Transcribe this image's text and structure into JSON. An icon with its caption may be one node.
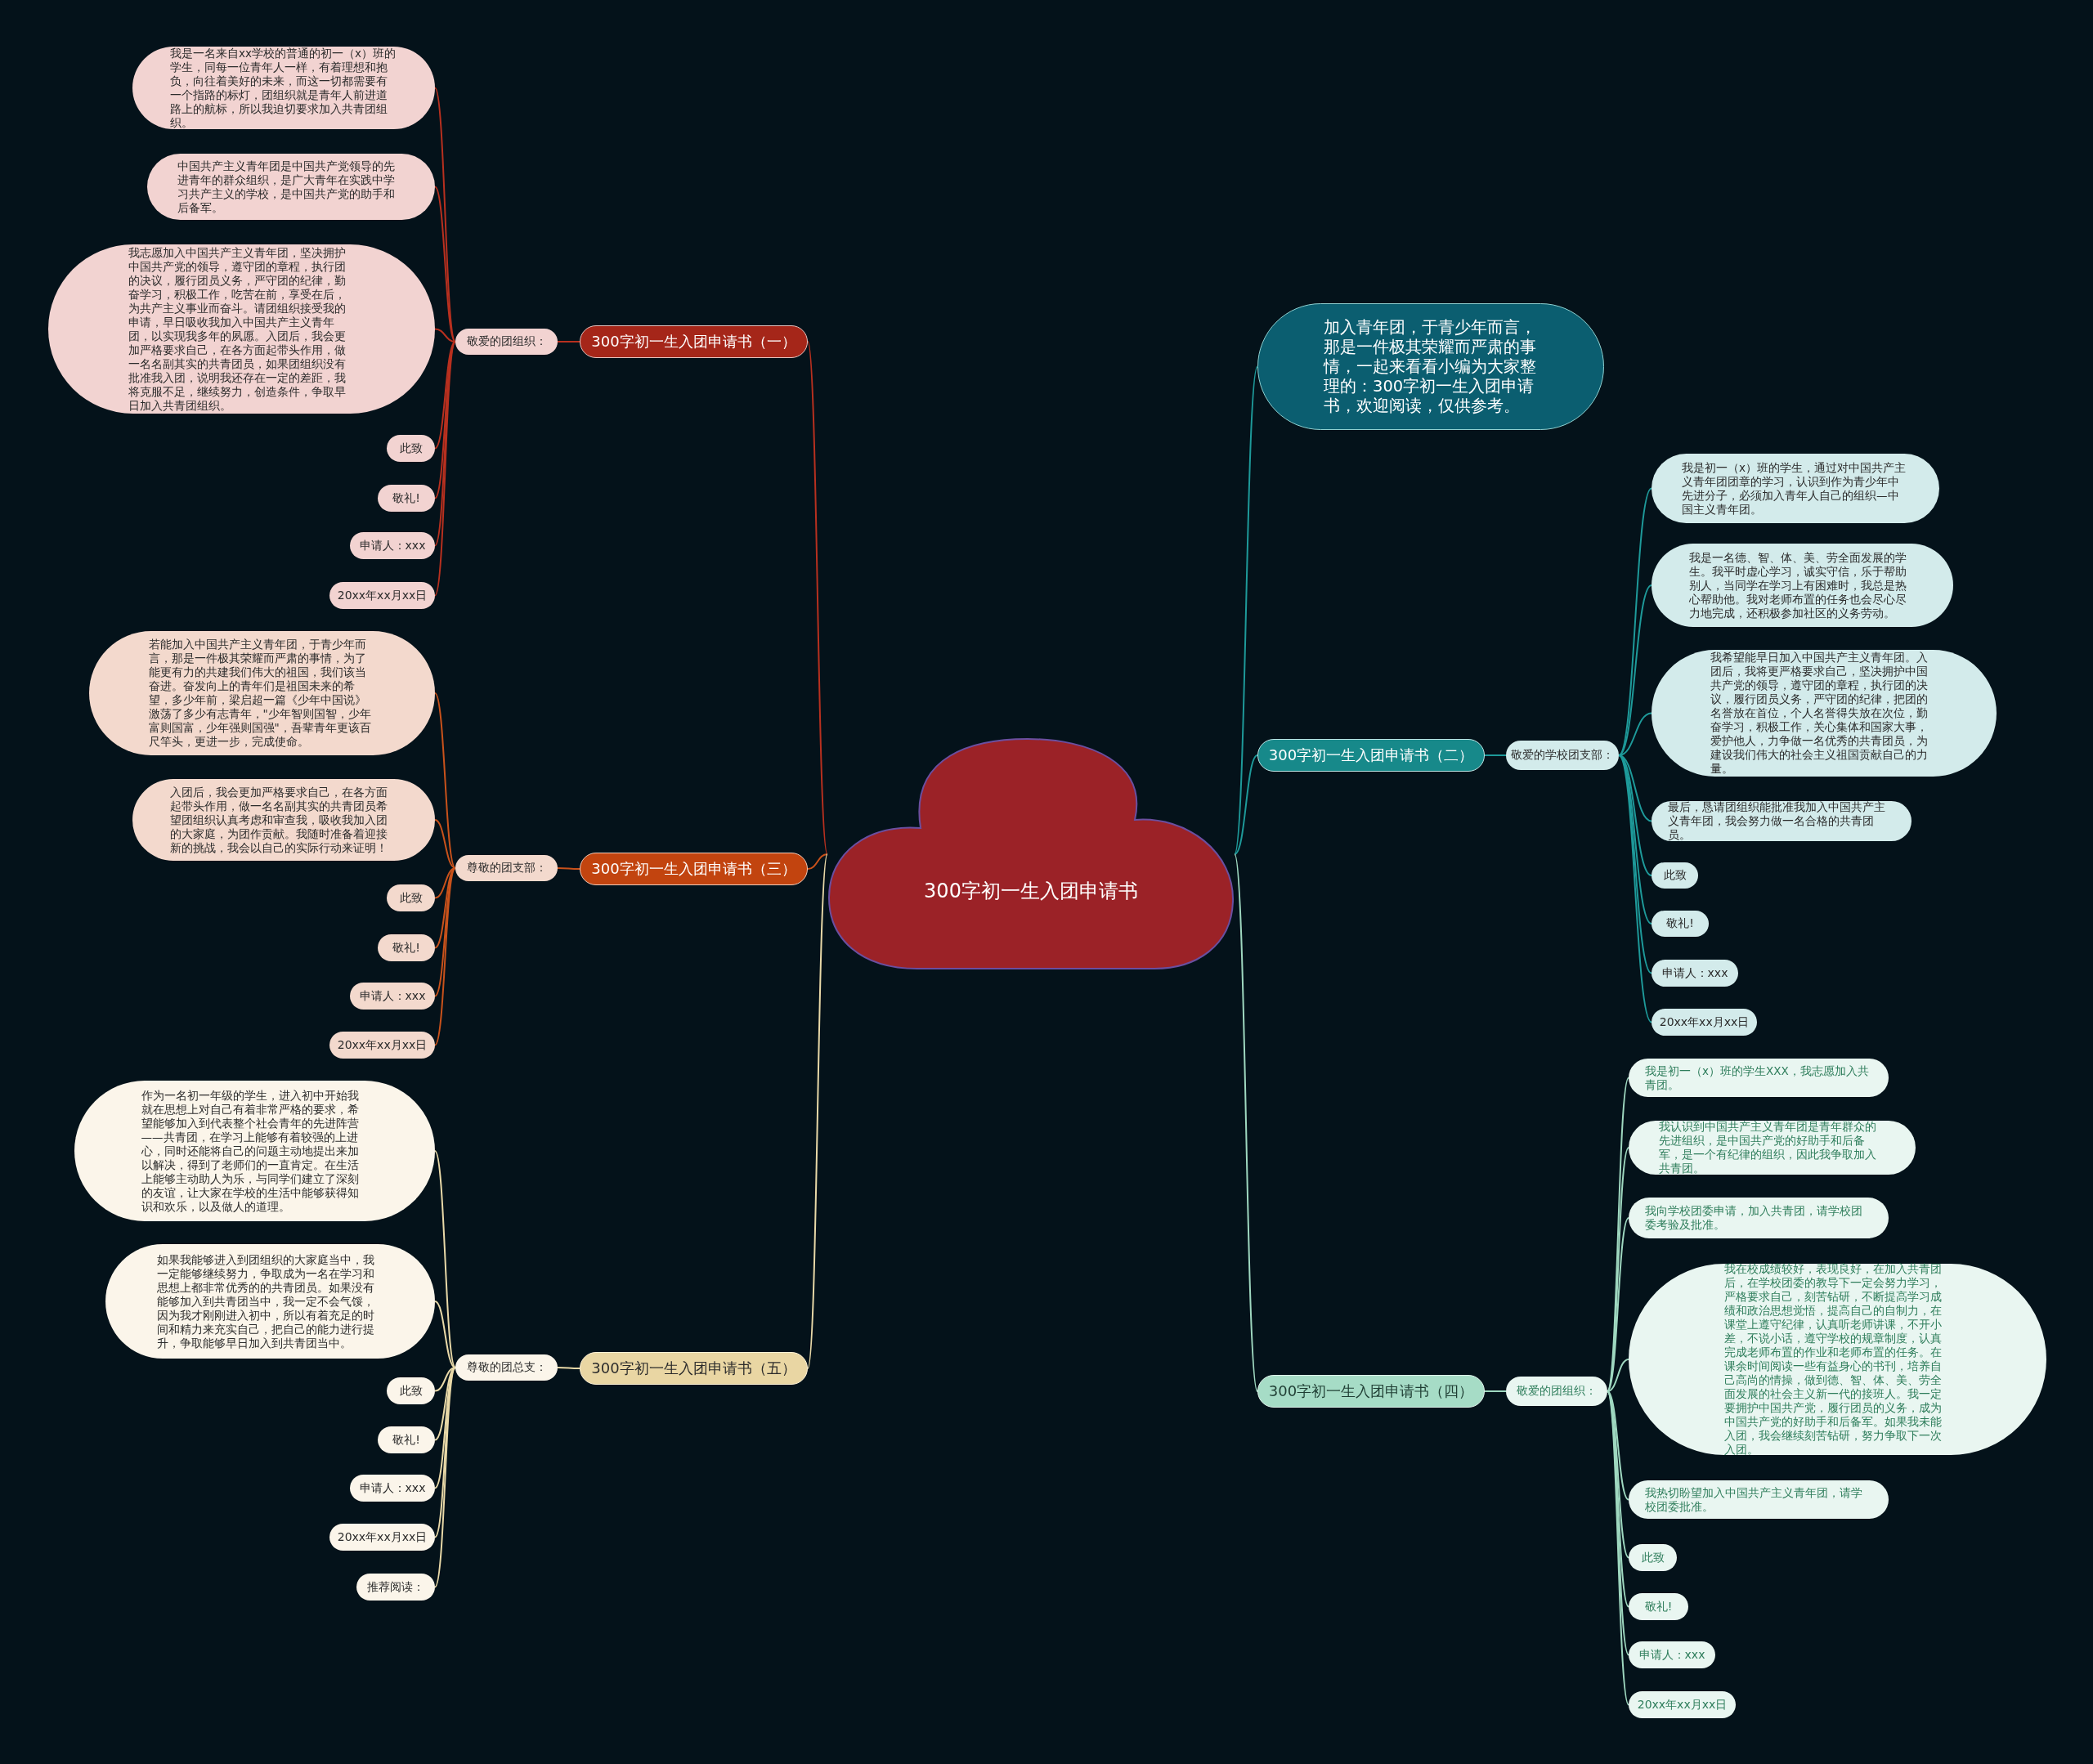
{
  "diagram": {
    "nodes": [
      {
        "text": [
          "300字初一生入团申请书"
        ]
      },
      {
        "text": [
          "300字初一生入团申请书（一）"
        ]
      },
      {
        "text": [
          "敬爱的团组织："
        ]
      },
      {
        "text": [
          "我是一名来自xx学校的普通的初一（x）班的学生，同每一位青年人一样，有着理想和抱负，向往着美好的未来，而这一切都需要有一个指路的标灯，团组织就是青年人前进道路上的航标，所以我迫切要求加入共青团组织。"
        ]
      },
      {
        "text": [
          "中国共产主义青年团是中国共产党领导的先进青年的群众组织，是广大青年在实践中学习共产主义的学校，是中国共产党的助手和后备军。"
        ]
      },
      {
        "text": [
          "我志愿加入中国共产主义青年团，坚决拥护中国共产党的领导，遵守团的章程，执行团的决议，履行团员义务，严守团的纪律，勤奋学习，积极工作，吃苦在前，享受在后，为共产主义事业而奋斗。请团组织接受我的申请，早日吸收我加入中国共产主义青年团，以实现我多年的夙愿。入团后，我会更加严格要求自己，在各方面起带头作用，做一名名副其实的共青团员，如果团组织没有批准我入团，说明我还存在一定的差距，我将克服不足，继续努力，创造条件，争取早日加入共青团组织。"
        ]
      },
      {
        "text": [
          "此致"
        ]
      },
      {
        "text": [
          "敬礼!"
        ]
      },
      {
        "text": [
          "申请人：xxx"
        ]
      },
      {
        "text": [
          "20xx年xx月xx日"
        ]
      },
      {
        "text": [
          "300字初一生入团申请书（三）"
        ]
      },
      {
        "text": [
          "尊敬的团支部："
        ]
      },
      {
        "text": [
          "若能加入中国共产主义青年团，于青少年而言，那是一件极其荣耀而严肃的事情，为了能更有力的共建我们伟大的祖国，我们该当奋进。奋发向上的青年们是祖国未来的希望，多少年前，梁启超一篇《少年中国说》激荡了多少有志青年，\"少年智则国智，少年富则国富，少年强则国强\"，吾辈青年更该百尺竿头，更进一步，完成使命。"
        ]
      },
      {
        "text": [
          "入团后，我会更加严格要求自己，在各方面起带头作用，做一名名副其实的共青团员希望团组织认真考虑和审查我，吸收我加入团的大家庭，为团作贡献。我随时准备着迎接新的挑战，我会以自己的实际行动来证明！"
        ]
      },
      {
        "text": [
          "此致"
        ]
      },
      {
        "text": [
          "敬礼!"
        ]
      },
      {
        "text": [
          "申请人：xxx"
        ]
      },
      {
        "text": [
          "20xx年xx月xx日"
        ]
      },
      {
        "text": [
          "300字初一生入团申请书（五）"
        ]
      },
      {
        "text": [
          "尊敬的团总支："
        ]
      },
      {
        "text": [
          "作为一名初一年级的学生，进入初中开始我就在思想上对自己有着非常严格的要求，希望能够加入到代表整个社会青年的先进阵营——共青团，在学习上能够有着较强的上进心，同时还能将自己的问题主动地提出来加以解决，得到了老师们的一直肯定。在生活上能够主动助人为乐，与同学们建立了深刻的友谊，让大家在学校的生活中能够获得知识和欢乐，以及做人的道理。"
        ]
      },
      {
        "text": [
          "如果我能够进入到团组织的大家庭当中，我一定能够继续努力，争取成为一名在学习和思想上都非常优秀的的共青团员。如果没有能够加入到共青团当中，我一定不会气馁，因为我才刚刚进入初中，所以有着充足的时间和精力来充实自己，把自己的能力进行提升，争取能够早日加入到共青团当中。"
        ]
      },
      {
        "text": [
          "此致"
        ]
      },
      {
        "text": [
          "敬礼!"
        ]
      },
      {
        "text": [
          "申请人：xxx"
        ]
      },
      {
        "text": [
          "20xx年xx月xx日"
        ]
      },
      {
        "text": [
          "推荐阅读："
        ]
      },
      {
        "text": [
          "加入青年团，于青少年而言，那是一件极其荣耀而严肃的事情，一起来看看小编为大家整理的：300字初一生入团申请书，欢迎阅读，仅供参考。"
        ]
      },
      {
        "text": [
          "300字初一生入团申请书（二）"
        ]
      },
      {
        "text": [
          "敬爱的学校团支部："
        ]
      },
      {
        "text": [
          "我是初一（x）班的学生，通过对中国共产主义青年团团章的学习，认识到作为青少年中先进分子，必须加入青年人自己的组织—中国主义青年团。"
        ]
      },
      {
        "text": [
          "我是一名德、智、体、美、劳全面发展的学生。我平时虚心学习，诚实守信，乐于帮助别人，当同学在学习上有困难时，我总是热心帮助他。我对老师布置的任务也会尽心尽力地完成，还积极参加社区的义务劳动。"
        ]
      },
      {
        "text": [
          "我希望能早日加入中国共产主义青年团。入团后，我将更严格要求自己，坚决拥护中国共产党的领导，遵守团的章程，执行团的决议，履行团员义务，严守团的纪律，把团的名誉放在首位，个人名誉得失放在次位，勤奋学习，积极工作，关心集体和国家大事，爱护他人，力争做一名优秀的共青团员，为建设我们伟大的社会主义祖国贡献自己的力量。"
        ]
      },
      {
        "text": [
          "最后，恳请团组织能批准我加入中国共产主义青年团，我会努力做一名合格的共青团员。"
        ]
      },
      {
        "text": [
          "此致"
        ]
      },
      {
        "text": [
          "敬礼!"
        ]
      },
      {
        "text": [
          "申请人：xxx"
        ]
      },
      {
        "text": [
          "20xx年xx月xx日"
        ]
      },
      {
        "text": [
          "300字初一生入团申请书（四）"
        ]
      },
      {
        "text": [
          "敬爱的团组织："
        ]
      },
      {
        "text": [
          "我是初一（x）班的学生XXX，我志愿加入共青团。"
        ]
      },
      {
        "text": [
          "我认识到中国共产主义青年团是青年群众的先进组织，是中国共产党的好助手和后备军，是一个有纪律的组织，因此我争取加入共青团。"
        ]
      },
      {
        "text": [
          "我向学校团委申请，加入共青团，请学校团委考验及批准。"
        ]
      },
      {
        "text": [
          "我在校成绩较好，表现良好，在加入共青团后，在学校团委的教导下一定会努力学习，严格要求自己，刻苦钻研，不断提高学习成绩和政治思想觉悟，提高自己的自制力，在课堂上遵守纪律，认真听老师讲课，不开小差，不说小话，遵守学校的规章制度，认真完成老师布置的作业和老师布置的任务。在课余时间阅读一些有益身心的书刊，培养自己高尚的情操，做到德、智、体、美、劳全面发展的社会主义新一代的接班人。我一定要拥护中国共产党，履行团员的义务，成为中国共产党的好助手和后备军。如果我未能入团，我会继续刻苦钻研，努力争取下一次入团。"
        ]
      },
      {
        "text": [
          "我热切盼望加入中国共产主义青年团，请学校团委批准。"
        ]
      },
      {
        "text": [
          "此致"
        ]
      },
      {
        "text": [
          "敬礼!"
        ]
      },
      {
        "text": [
          "申请人：xxx"
        ]
      },
      {
        "text": [
          "20xx年xx月xx日"
        ]
      }
    ],
    "edges": [
      {
        "from": 0,
        "to": 1,
        "arrow": "none",
        "color": "#b8301f"
      },
      {
        "from": 0,
        "to": 10,
        "arrow": "none",
        "color": "#c9521b"
      },
      {
        "from": 0,
        "to": 18,
        "arrow": "none",
        "color": "#e9d9a8"
      },
      {
        "from": 0,
        "to": 27,
        "arrow": "none",
        "color": "#1e9a9a"
      },
      {
        "from": 0,
        "to": 28,
        "arrow": "none",
        "color": "#1e9a9a"
      },
      {
        "from": 0,
        "to": 38,
        "arrow": "none",
        "color": "#9fd8c0"
      },
      {
        "from": 1,
        "to": 2,
        "arrow": "none",
        "color": "#b8301f"
      },
      {
        "from": 2,
        "to": 3,
        "arrow": "none",
        "color": "#b8301f"
      },
      {
        "from": 2,
        "to": 4,
        "arrow": "none",
        "color": "#b8301f"
      },
      {
        "from": 2,
        "to": 5,
        "arrow": "none",
        "color": "#b8301f"
      },
      {
        "from": 2,
        "to": 6,
        "arrow": "none",
        "color": "#b8301f"
      },
      {
        "from": 2,
        "to": 7,
        "arrow": "none",
        "color": "#b8301f"
      },
      {
        "from": 2,
        "to": 8,
        "arrow": "none",
        "color": "#b8301f"
      },
      {
        "from": 2,
        "to": 9,
        "arrow": "none",
        "color": "#b8301f"
      },
      {
        "from": 10,
        "to": 11,
        "arrow": "none",
        "color": "#c9521b"
      },
      {
        "from": 11,
        "to": 12,
        "arrow": "none",
        "color": "#c9521b"
      },
      {
        "from": 11,
        "to": 13,
        "arrow": "none",
        "color": "#c9521b"
      },
      {
        "from": 11,
        "to": 14,
        "arrow": "none",
        "color": "#c9521b"
      },
      {
        "from": 11,
        "to": 15,
        "arrow": "none",
        "color": "#c9521b"
      },
      {
        "from": 11,
        "to": 16,
        "arrow": "none",
        "color": "#c9521b"
      },
      {
        "from": 11,
        "to": 17,
        "arrow": "none",
        "color": "#c9521b"
      },
      {
        "from": 18,
        "to": 19,
        "arrow": "none",
        "color": "#e9d9a8"
      },
      {
        "from": 19,
        "to": 20,
        "arrow": "none",
        "color": "#e9d9a8"
      },
      {
        "from": 19,
        "to": 21,
        "arrow": "none",
        "color": "#e9d9a8"
      },
      {
        "from": 19,
        "to": 22,
        "arrow": "none",
        "color": "#e9d9a8"
      },
      {
        "from": 19,
        "to": 23,
        "arrow": "none",
        "color": "#e9d9a8"
      },
      {
        "from": 19,
        "to": 24,
        "arrow": "none",
        "color": "#e9d9a8"
      },
      {
        "from": 19,
        "to": 25,
        "arrow": "none",
        "color": "#e9d9a8"
      },
      {
        "from": 19,
        "to": 26,
        "arrow": "none",
        "color": "#e9d9a8"
      },
      {
        "from": 28,
        "to": 29,
        "arrow": "none",
        "color": "#1e9a9a"
      },
      {
        "from": 29,
        "to": 30,
        "arrow": "none",
        "color": "#1e9a9a"
      },
      {
        "from": 29,
        "to": 31,
        "arrow": "none",
        "color": "#1e9a9a"
      },
      {
        "from": 29,
        "to": 32,
        "arrow": "none",
        "color": "#1e9a9a"
      },
      {
        "from": 29,
        "to": 33,
        "arrow": "none",
        "color": "#1e9a9a"
      },
      {
        "from": 29,
        "to": 34,
        "arrow": "none",
        "color": "#1e9a9a"
      },
      {
        "from": 29,
        "to": 35,
        "arrow": "none",
        "color": "#1e9a9a"
      },
      {
        "from": 29,
        "to": 36,
        "arrow": "none",
        "color": "#1e9a9a"
      },
      {
        "from": 29,
        "to": 37,
        "arrow": "none",
        "color": "#1e9a9a"
      },
      {
        "from": 38,
        "to": 39,
        "arrow": "none",
        "color": "#9fd8c0"
      },
      {
        "from": 39,
        "to": 40,
        "arrow": "none",
        "color": "#9fd8c0"
      },
      {
        "from": 39,
        "to": 41,
        "arrow": "none",
        "color": "#9fd8c0"
      },
      {
        "from": 39,
        "to": 42,
        "arrow": "none",
        "color": "#9fd8c0"
      },
      {
        "from": 39,
        "to": 43,
        "arrow": "none",
        "color": "#9fd8c0"
      },
      {
        "from": 39,
        "to": 44,
        "arrow": "none",
        "color": "#9fd8c0"
      },
      {
        "from": 39,
        "to": 45,
        "arrow": "none",
        "color": "#9fd8c0"
      },
      {
        "from": 39,
        "to": 46,
        "arrow": "none",
        "color": "#9fd8c0"
      },
      {
        "from": 39,
        "to": 47,
        "arrow": "none",
        "color": "#9fd8c0"
      },
      {
        "from": 39,
        "to": 48,
        "arrow": "none",
        "color": "#9fd8c0"
      }
    ]
  }
}
